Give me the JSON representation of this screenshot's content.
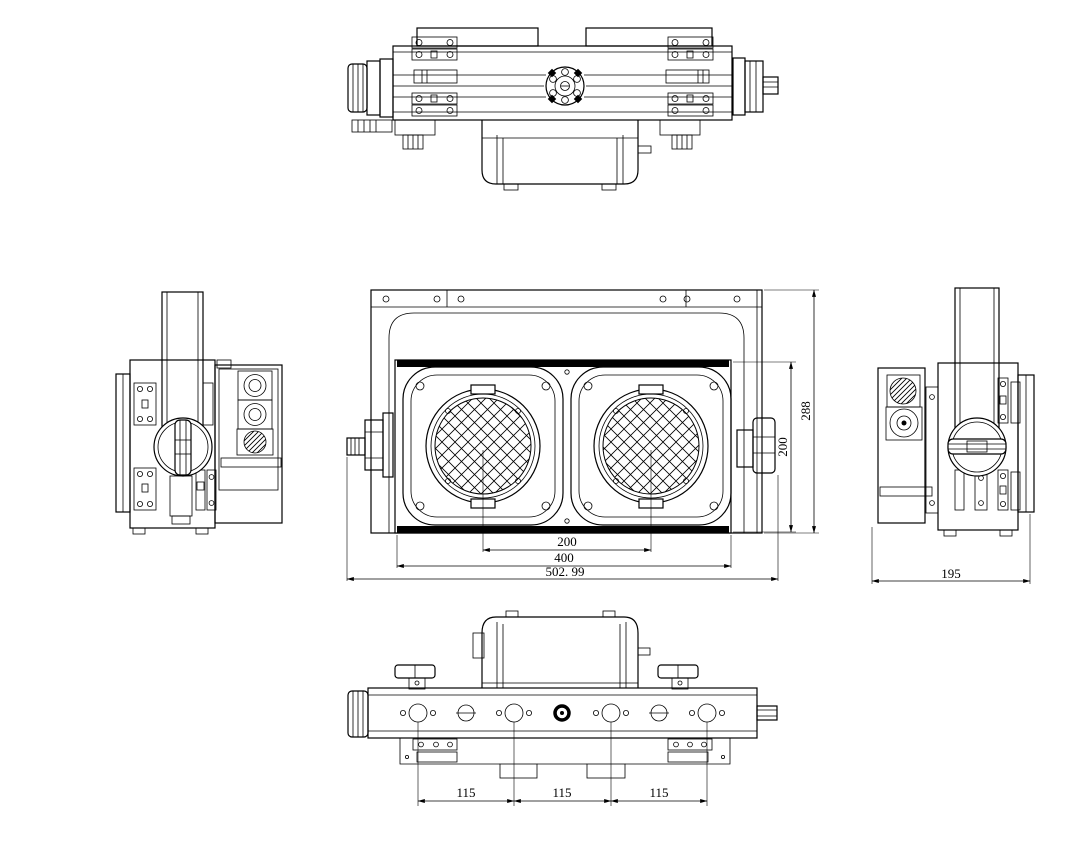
{
  "drawing": {
    "type": "orthographic-technical-drawing",
    "subject": "two-lens stage blinder light fixture",
    "views": {
      "top": "top-view",
      "front": "front-view",
      "left": "left-side-view",
      "right": "right-side-view",
      "bottom": "bottom-view"
    }
  },
  "colors": {
    "background": "#ffffff",
    "line": "#000000"
  },
  "dimensions": {
    "lens_center_spacing": "200",
    "body_width": "400",
    "overall_width": "502. 99",
    "body_height": "200",
    "overall_height": "288",
    "fixture_depth": "195",
    "mount_hole_spacing": [
      "115",
      "115",
      "115"
    ]
  }
}
